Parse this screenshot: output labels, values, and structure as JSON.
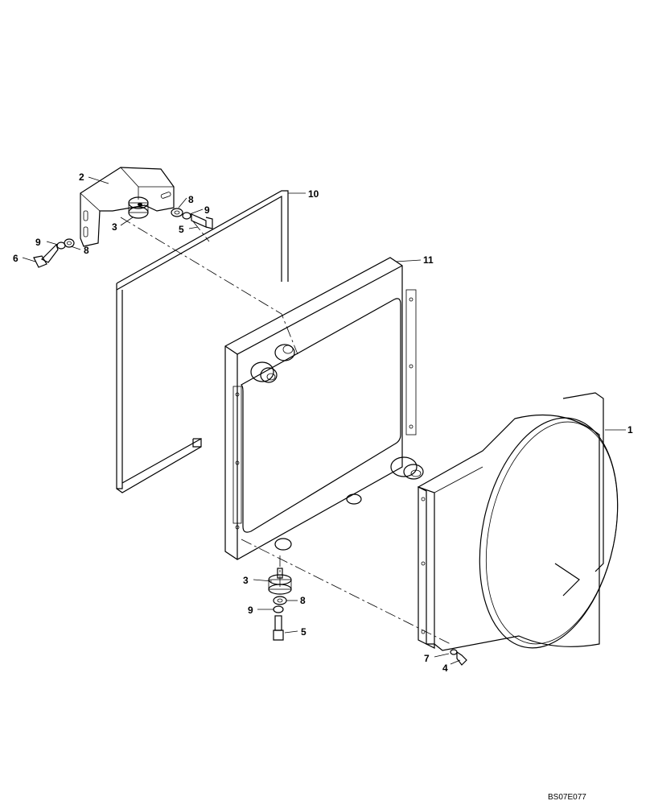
{
  "diagram": {
    "reference_code": "BS07E077",
    "callouts": [
      {
        "id": "c-2",
        "label": "2"
      },
      {
        "id": "c-8a",
        "label": "8"
      },
      {
        "id": "c-9a",
        "label": "9"
      },
      {
        "id": "c-3a",
        "label": "3"
      },
      {
        "id": "c-5a",
        "label": "5"
      },
      {
        "id": "c-10",
        "label": "10"
      },
      {
        "id": "c-9b",
        "label": "9"
      },
      {
        "id": "c-8b",
        "label": "8"
      },
      {
        "id": "c-6",
        "label": "6"
      },
      {
        "id": "c-11",
        "label": "11"
      },
      {
        "id": "c-1",
        "label": "1"
      },
      {
        "id": "c-3b",
        "label": "3"
      },
      {
        "id": "c-8c",
        "label": "8"
      },
      {
        "id": "c-9c",
        "label": "9"
      },
      {
        "id": "c-5b",
        "label": "5"
      },
      {
        "id": "c-7",
        "label": "7"
      },
      {
        "id": "c-4",
        "label": "4"
      }
    ]
  }
}
